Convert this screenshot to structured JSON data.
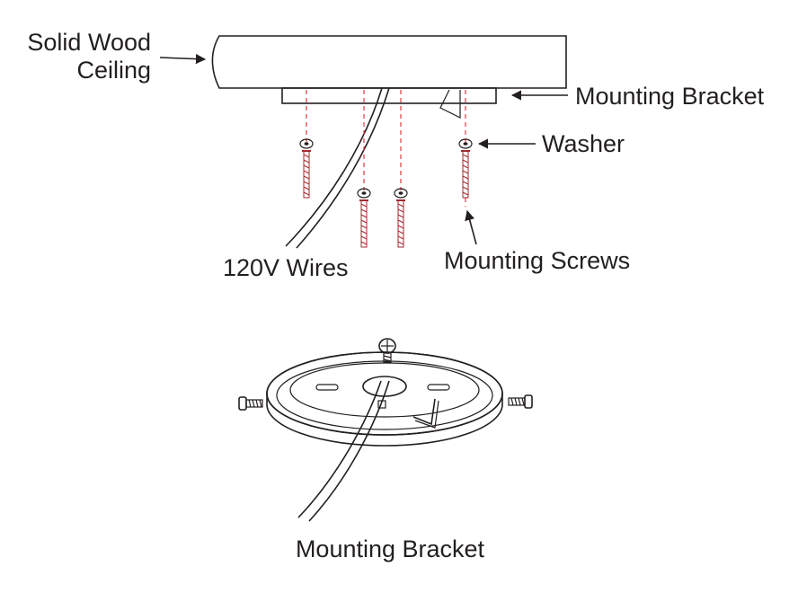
{
  "labels": {
    "ceiling_line1": "Solid Wood",
    "ceiling_line2": "Ceiling",
    "bracket_top": "Mounting Bracket",
    "washer": "Washer",
    "wires": "120V Wires",
    "screws": "Mounting Screws",
    "bracket_bottom": "Mounting Bracket"
  },
  "colors": {
    "line": "#231f20",
    "guide": "#e0282f",
    "screw": "#a32a2f"
  }
}
